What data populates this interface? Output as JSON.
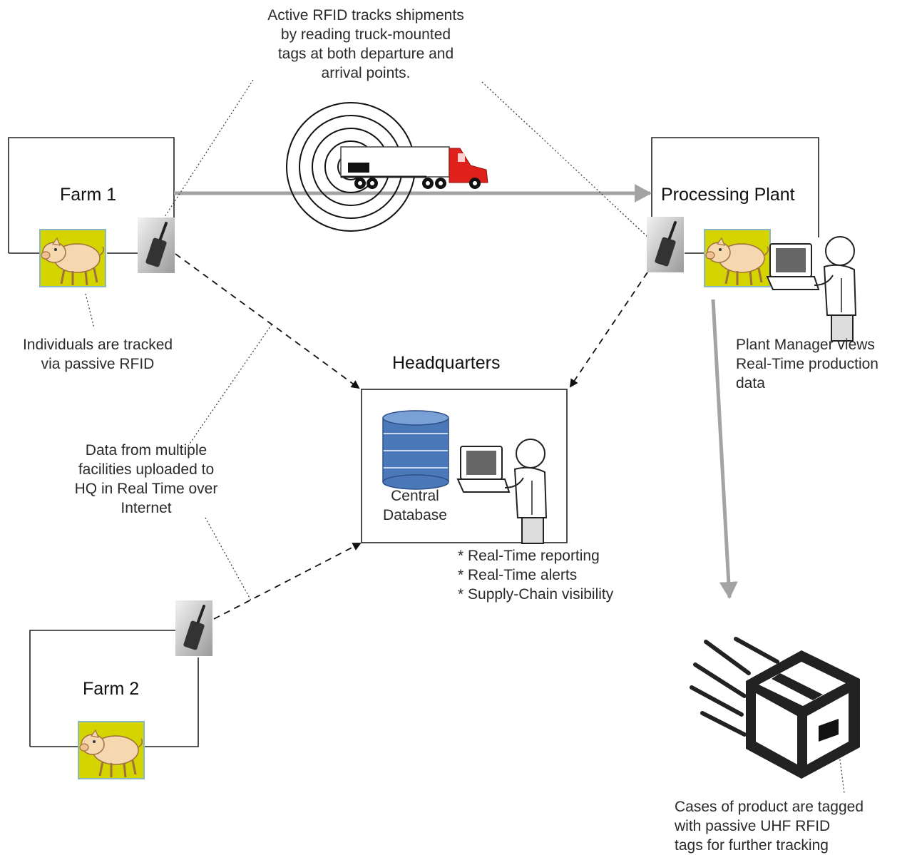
{
  "annotations": {
    "active_rfid": [
      "Active RFID tracks shipments",
      "by reading truck-mounted",
      "tags at both departure and",
      "arrival points."
    ],
    "individuals": [
      "Individuals are tracked",
      "via passive RFID"
    ],
    "data_upload": [
      "Data from multiple",
      "facilities uploaded to",
      "HQ in Real Time over",
      "Internet"
    ],
    "plant_manager": [
      "Plant Manager views",
      "Real-Time production",
      "data"
    ],
    "hq_features": [
      "* Real-Time reporting",
      "* Real-Time alerts",
      "* Supply-Chain visibility"
    ],
    "cases": [
      "Cases of product are tagged",
      "with passive UHF RFID",
      "tags for further tracking"
    ]
  },
  "nodes": {
    "farm1": "Farm 1",
    "farm2": "Farm 2",
    "plant": "Processing Plant",
    "hq": "Headquarters",
    "db": [
      "Central",
      "Database"
    ]
  },
  "icons": [
    "pig-icon",
    "rfid-reader-icon",
    "truck-icon",
    "signal-rings-icon",
    "database-icon",
    "laptop-user-icon",
    "product-box-icon"
  ],
  "colors": {
    "arrow_gray": "#a3a3a3",
    "pig_bg": "#d4d400",
    "db_blue": "#4a78b8",
    "truck_red": "#e0201a"
  }
}
